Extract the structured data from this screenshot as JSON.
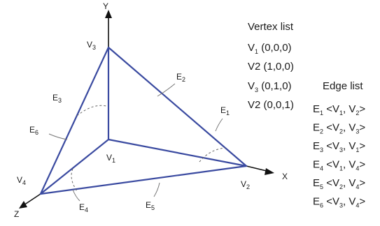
{
  "axes": {
    "x": "X",
    "y": "Y",
    "z": "Z"
  },
  "vertices": [
    {
      "name": "V",
      "sub": "1"
    },
    {
      "name": "V",
      "sub": "2"
    },
    {
      "name": "V",
      "sub": "3"
    },
    {
      "name": "V",
      "sub": "4"
    }
  ],
  "edges": [
    {
      "name": "E",
      "sub": "1"
    },
    {
      "name": "E",
      "sub": "2"
    },
    {
      "name": "E",
      "sub": "3"
    },
    {
      "name": "E",
      "sub": "4"
    },
    {
      "name": "E",
      "sub": "5"
    },
    {
      "name": "E",
      "sub": "6"
    }
  ],
  "vertex_list": {
    "title": "Vertex list",
    "rows": [
      {
        "name": "V",
        "sub": "1",
        "coords": " (0,0,0)"
      },
      {
        "name": "V2",
        "sub": "",
        "coords": " (1,0,0)"
      },
      {
        "name": "V",
        "sub": "3",
        "coords": " (0,1,0)"
      },
      {
        "name": "V2",
        "sub": "",
        "coords": " (0,0,1)"
      }
    ]
  },
  "edge_list": {
    "title": "Edge list",
    "rows": [
      {
        "e": "1",
        "a": "1",
        "b": "2"
      },
      {
        "e": "2",
        "a": "2",
        "b": "3"
      },
      {
        "e": "3",
        "a": "3",
        "b": "1"
      },
      {
        "e": "4",
        "a": "1",
        "b": "4"
      },
      {
        "e": "5",
        "a": "2",
        "b": "4"
      },
      {
        "e": "6",
        "a": "3",
        "b": "4"
      }
    ]
  },
  "colors": {
    "edge": "#3a4aa0",
    "axis": "#111111",
    "text": "#1a1a1a"
  }
}
